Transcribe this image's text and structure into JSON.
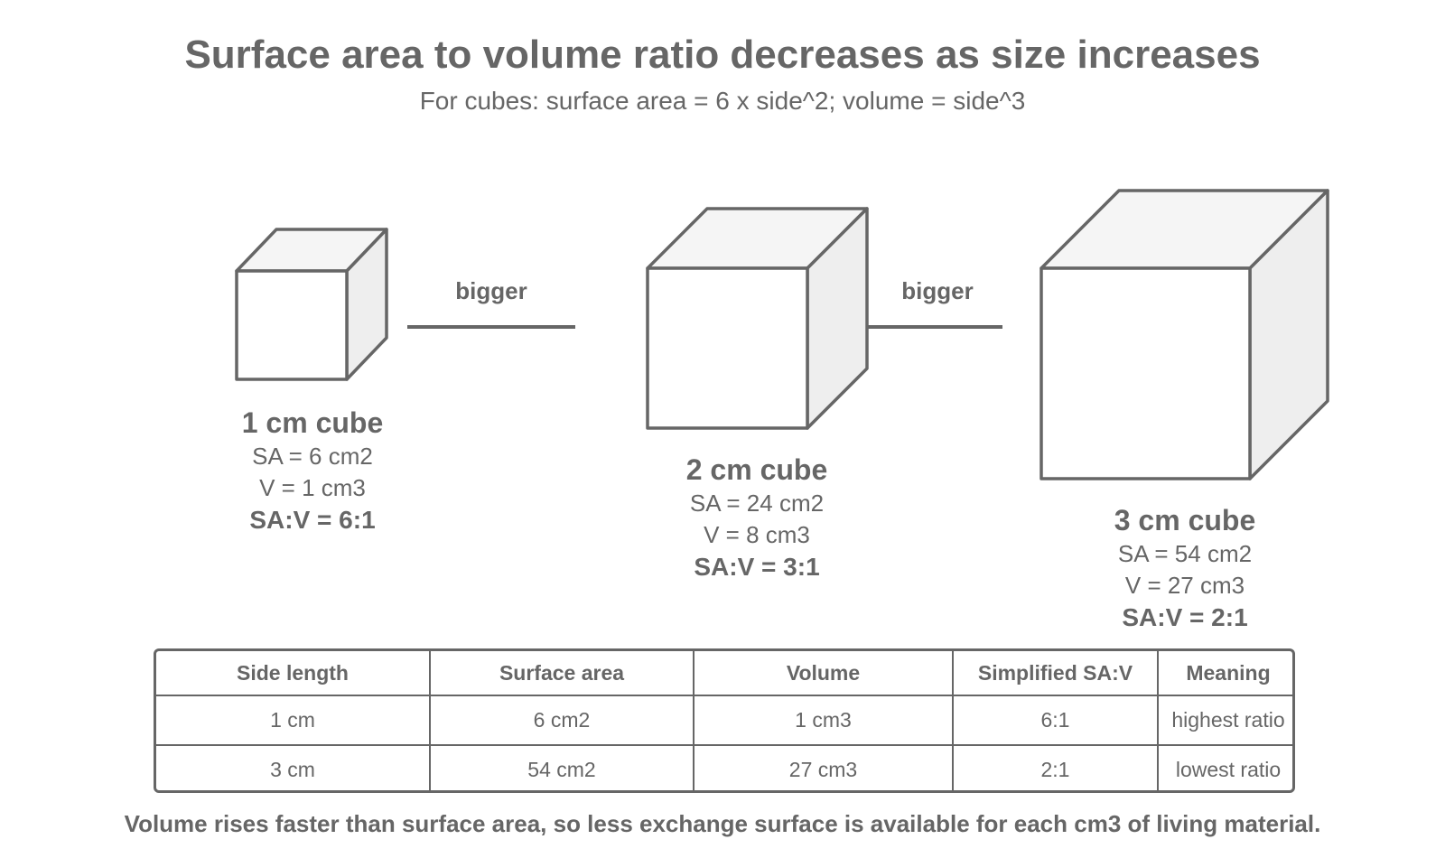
{
  "title": "Surface area to volume ratio decreases as size increases",
  "subtitle": "For cubes: surface area = 6 x side^2; volume = side^3",
  "connectors": [
    {
      "label": "bigger"
    },
    {
      "label": "bigger"
    }
  ],
  "cubes": [
    {
      "name": "1 cm cube",
      "sa": "SA = 6 cm2",
      "volume": "V = 1 cm3",
      "ratio": "SA:V = 6:1"
    },
    {
      "name": "2 cm cube",
      "sa": "SA = 24 cm2",
      "volume": "V = 8 cm3",
      "ratio": "SA:V = 3:1"
    },
    {
      "name": "3 cm cube",
      "sa": "SA = 54 cm2",
      "volume": "V = 27 cm3",
      "ratio": "SA:V = 2:1"
    }
  ],
  "table": {
    "headers": [
      "Side length",
      "Surface area",
      "Volume",
      "Simplified SA:V",
      "Meaning"
    ],
    "rows": [
      [
        "1 cm",
        "6 cm2",
        "1 cm3",
        "6:1",
        "highest ratio"
      ],
      [
        "3 cm",
        "54 cm2",
        "27 cm3",
        "2:1",
        "lowest ratio"
      ]
    ]
  },
  "footer": "Volume rises faster than surface area, so less exchange surface is available for each cm3 of living material.",
  "colors": {
    "text": "#666666",
    "stroke": "#666666",
    "top_face": "#f5f5f5",
    "side_face": "#eeeeee"
  }
}
